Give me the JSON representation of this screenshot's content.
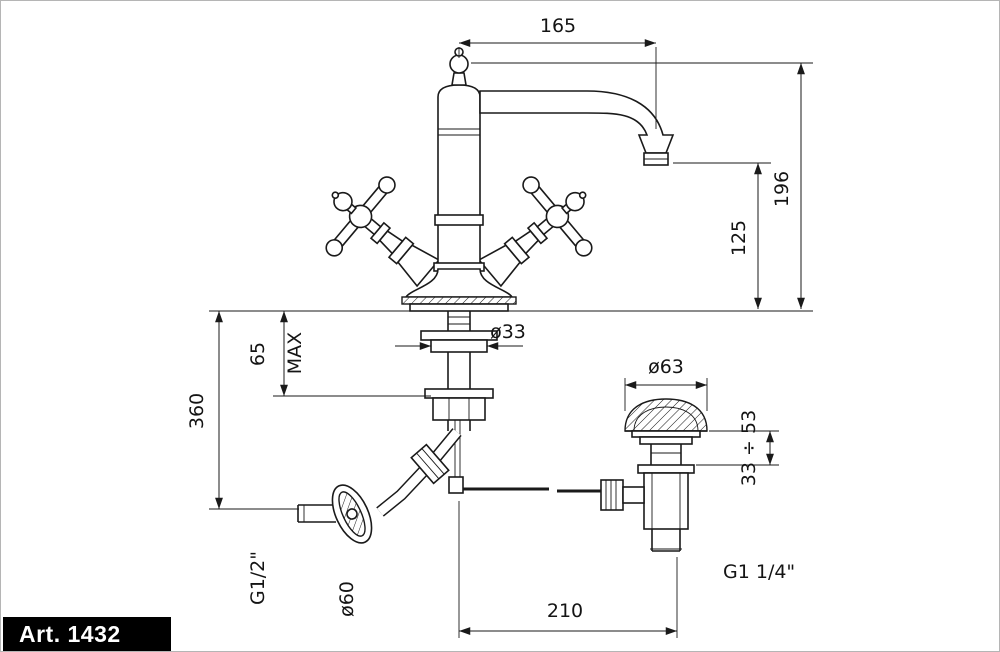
{
  "page": {
    "background": "#ffffff",
    "border_color": "#b5b5b5",
    "line_color": "#1a1a1a"
  },
  "title_block": {
    "label": "Art. 1432",
    "bg": "#000000",
    "text_color": "#ffffff"
  },
  "labels": {
    "spout_reach": "165",
    "total_height": "196",
    "spout_height": "125",
    "body_diameter": "ø33",
    "max_thickness": "65",
    "max_text": "MAX",
    "hose_drop": "360",
    "waste_flange_diameter": "ø63",
    "waste_adjust_range": "33 ÷ 53",
    "inlet_thread": "G1/2\"",
    "rosette_diameter": "ø60",
    "waste_thread": "G1  1/4\"",
    "horizontal_offset": "210"
  }
}
